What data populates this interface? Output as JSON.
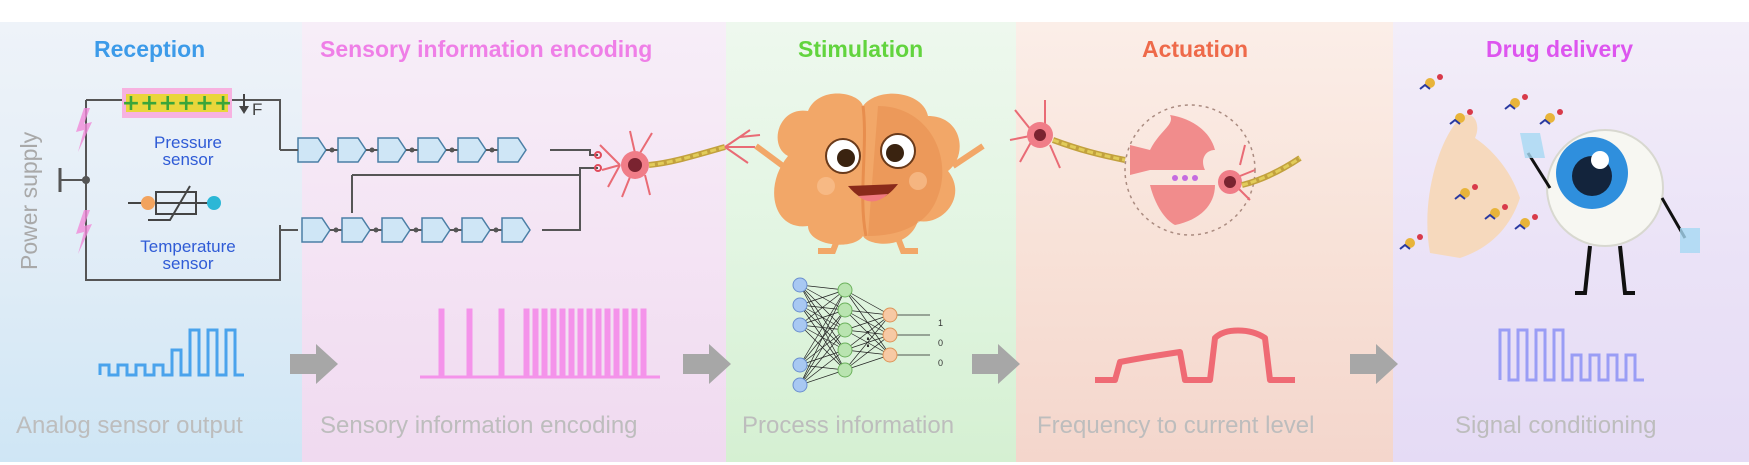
{
  "panels": {
    "reception": {
      "title": "Reception",
      "bottom": "Analog sensor output",
      "color": "#3d9be9"
    },
    "encoding": {
      "title": "Sensory information encoding",
      "bottom": "Sensory information encoding",
      "color": "#ef7fe7"
    },
    "stimulation": {
      "title": "Stimulation",
      "bottom": "Process information",
      "color": "#62d43e"
    },
    "actuation": {
      "title": "Actuation",
      "bottom": "Frequency to current level",
      "color": "#ee6a4a"
    },
    "drug": {
      "title": "Drug delivery",
      "bottom": "Signal conditioning",
      "color": "#dd55ef"
    }
  },
  "reception": {
    "power_supply": "Power supply",
    "pressure_sensor": "Pressure\nsensor",
    "force_label": "F",
    "temperature_sensor": "Temperature\nsensor"
  },
  "neural_net": {
    "outputs": [
      "1",
      "0",
      "0"
    ]
  }
}
